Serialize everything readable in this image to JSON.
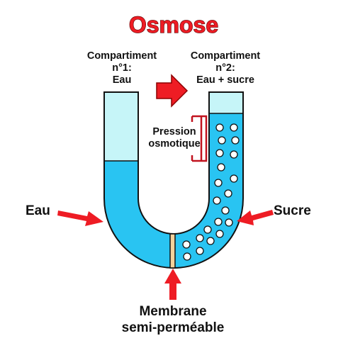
{
  "title": "Osmose",
  "compartment1": {
    "lines": [
      "Compartiment",
      "n°1:",
      "Eau"
    ]
  },
  "compartment2": {
    "lines": [
      "Compartiment",
      "n°2:",
      "Eau + sucre"
    ]
  },
  "pressure": {
    "lines": [
      "Pression",
      "osmotique"
    ]
  },
  "label_left": "Eau",
  "label_right": "Sucre",
  "membrane": {
    "lines": [
      "Membrane",
      "semi-perméable"
    ]
  },
  "colors": {
    "water": "#29c4f2",
    "empty_tube": "#c6f5f8",
    "outline": "#111111",
    "arrow": "#ee1c24",
    "membrane": "#f4d29c",
    "bracket": "#c1121f",
    "bubble": "#ffffff"
  }
}
